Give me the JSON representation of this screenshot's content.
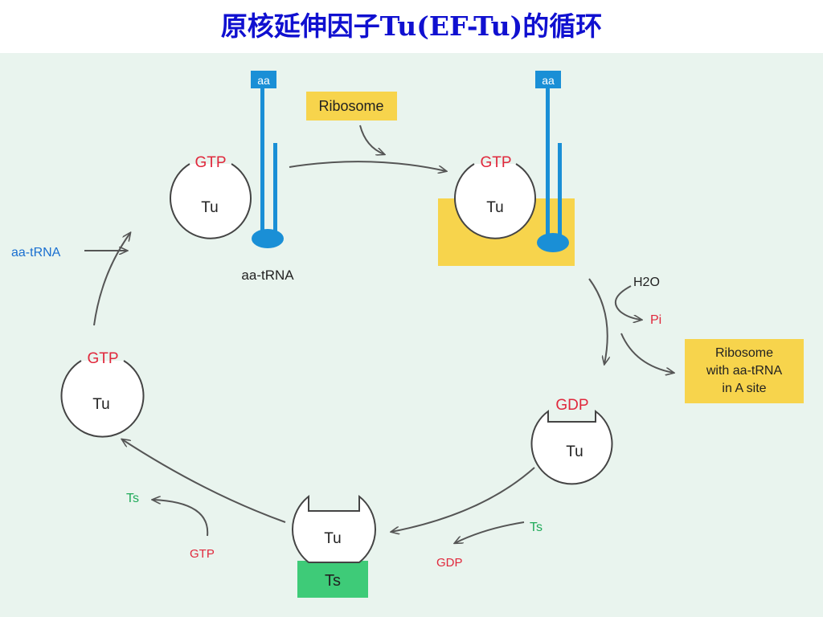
{
  "title": "原核延伸因子Tu(EF-Tu)的循环",
  "colors": {
    "background": "#e9f4ee",
    "gtp_red": "#e0283c",
    "ts_green": "#1faa59",
    "trna_blue": "#1a8fd6",
    "ribosome_yellow": "#f7d44c",
    "ts_box_green": "#3ecb78",
    "text_black": "#222222",
    "ats_blue": "#1a6fd0"
  },
  "labels": {
    "aa_left": "aa",
    "aa_right": "aa",
    "ribosome": "Ribosome",
    "gtp_top_left": "GTP",
    "tu_top_left": "Tu",
    "aa_trna_top": "aa-tRNA",
    "aa_trna_left": "aa-tRNA",
    "gtp_top_right": "GTP",
    "tu_top_right": "Tu",
    "h2o": "H2O",
    "pi": "Pi",
    "ribosome_with": "Ribosome",
    "ribosome_with_2": "with aa-tRNA",
    "ribosome_with_3": "in A site",
    "gdp_right": "GDP",
    "tu_right": "Tu",
    "gtp_left": "GTP",
    "tu_left": "Tu",
    "ts_top_left": "Ts",
    "gtp_bottom_left": "GTP",
    "tu_bottom": "Tu",
    "ts_box": "Ts",
    "ts_right": "Ts",
    "gdp_bottom": "GDP"
  }
}
